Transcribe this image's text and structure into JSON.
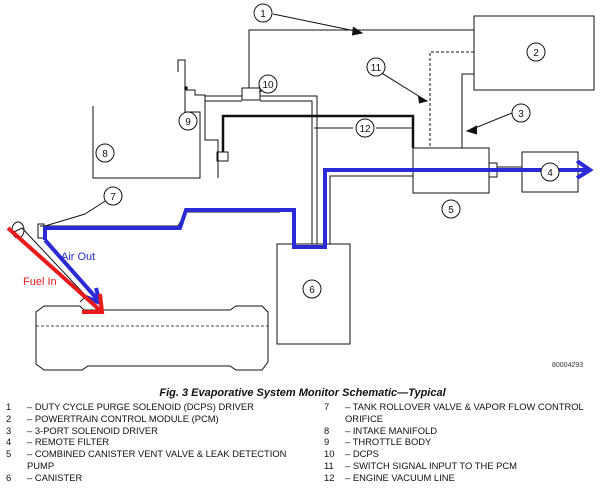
{
  "callouts": [
    "1",
    "2",
    "3",
    "4",
    "5",
    "6",
    "7",
    "8",
    "9",
    "10",
    "11",
    "12"
  ],
  "flow_labels": {
    "air_out": "Air Out",
    "fuel_in": "Fuel In"
  },
  "colors": {
    "air_flow": "#2a2ad6",
    "fuel_flow": "#e81a1a",
    "line": "#111111"
  },
  "caption": "Fig. 3 Evaporative System Monitor Schematic—Typical",
  "doc_id": "80004293",
  "legend": {
    "left": [
      {
        "num": "1",
        "text": "– DUTY CYCLE PURGE SOLENOID (DCPS) DRIVER"
      },
      {
        "num": "2",
        "text": "– POWERTRAIN CONTROL MODULE (PCM)"
      },
      {
        "num": "3",
        "text": "– 3-PORT SOLENOID DRIVER"
      },
      {
        "num": "4",
        "text": "– REMOTE FILTER"
      },
      {
        "num": "5",
        "text": "– COMBINED CANISTER VENT VALVE & LEAK DETECTION PUMP"
      },
      {
        "num": "6",
        "text": "– CANISTER"
      }
    ],
    "right": [
      {
        "num": "7",
        "text": "– TANK ROLLOVER VALVE & VAPOR FLOW CONTROL ORIFICE"
      },
      {
        "num": "8",
        "text": "– INTAKE MANIFOLD"
      },
      {
        "num": "9",
        "text": "– THROTTLE BODY"
      },
      {
        "num": "10",
        "text": "– DCPS"
      },
      {
        "num": "11",
        "text": "– SWITCH SIGNAL INPUT TO THE PCM"
      },
      {
        "num": "12",
        "text": "– ENGINE VACUUM LINE"
      }
    ]
  }
}
